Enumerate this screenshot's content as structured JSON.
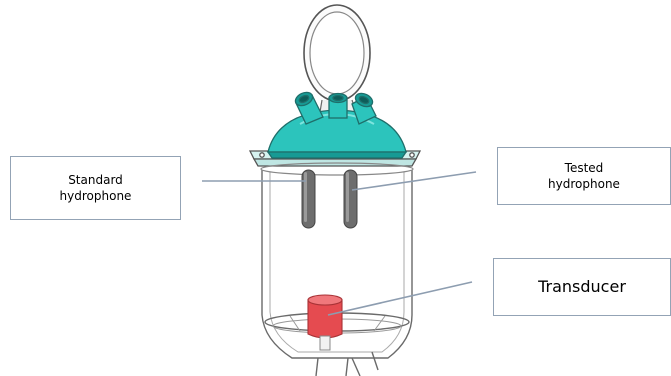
{
  "labels": {
    "standard_hydrophone": "Standard\nhydrophone",
    "tested_hydrophone": "Tested\nhydrophone",
    "transducer": "Transducer"
  },
  "colors": {
    "lid": "#2cc4bc",
    "lid_dark": "#179a94",
    "hydrophone": "#6d6d6d",
    "transducer": "#e54b50",
    "leader_line": "#8d9db0",
    "label_border": "#93a3b5",
    "outline": "#6a6a6a"
  }
}
